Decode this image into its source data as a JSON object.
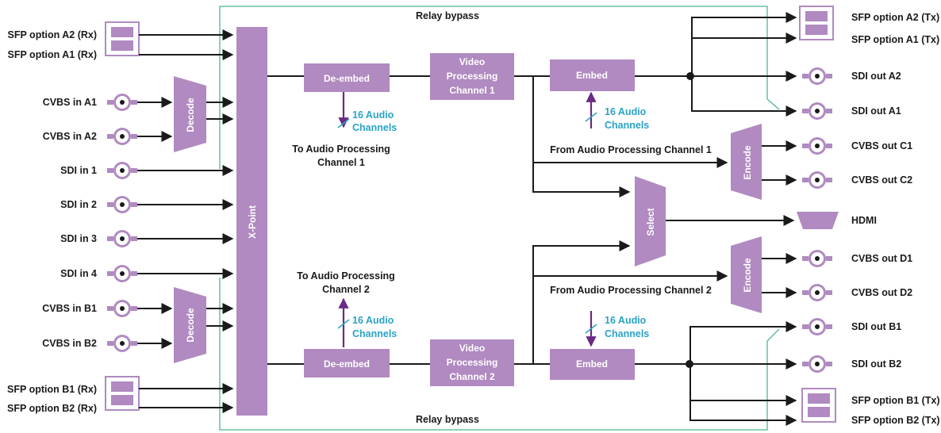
{
  "relay_bypass_top": "Relay bypass",
  "relay_bypass_bottom": "Relay bypass",
  "inputs": {
    "sfp_a2_rx": "SFP option A2 (Rx)",
    "sfp_a1_rx": "SFP option A1 (Rx)",
    "cvbs_a1": "CVBS in A1",
    "cvbs_a2": "CVBS in A2",
    "sdi_1": "SDI in 1",
    "sdi_2": "SDI in 2",
    "sdi_3": "SDI in 3",
    "sdi_4": "SDI in 4",
    "cvbs_b1": "CVBS in B1",
    "cvbs_b2": "CVBS in B2",
    "sfp_b1_rx": "SFP option B1 (Rx)",
    "sfp_b2_rx": "SFP option B2 (Rx)"
  },
  "outputs": {
    "sfp_a2_tx": "SFP option A2 (Tx)",
    "sfp_a1_tx": "SFP option A1 (Tx)",
    "sdi_a2": "SDI out A2",
    "sdi_a1": "SDI out A1",
    "cvbs_c1": "CVBS out C1",
    "cvbs_c2": "CVBS out C2",
    "hdmi": "HDMI",
    "cvbs_d1": "CVBS out D1",
    "cvbs_d2": "CVBS out D2",
    "sdi_b1": "SDI out B1",
    "sdi_b2": "SDI out B2",
    "sfp_b1_tx": "SFP option B1 (Tx)",
    "sfp_b2_tx": "SFP option B2 (Tx)"
  },
  "blocks": {
    "decode": "Decode",
    "xpoint": "X-Point",
    "deembed": "De-embed",
    "video_proc_1": [
      "Video",
      "Processing",
      "Channel 1"
    ],
    "video_proc_2": [
      "Video",
      "Processing",
      "Channel 2"
    ],
    "embed": "Embed",
    "encode": "Encode",
    "select": "Select"
  },
  "audio": {
    "channels": [
      "16 Audio",
      "Channels"
    ],
    "to_proc_1": [
      "To Audio Processing",
      "Channel 1"
    ],
    "to_proc_2": [
      "To Audio Processing",
      "Channel 2"
    ],
    "from_proc_1": "From Audio Processing Channel 1",
    "from_proc_2": "From Audio Processing Channel 2"
  },
  "colors": {
    "block": "#b08ac0",
    "audio_arrow": "#6a2a85",
    "audio_text": "#2aa3c6",
    "relay_line": "#4db88a"
  }
}
